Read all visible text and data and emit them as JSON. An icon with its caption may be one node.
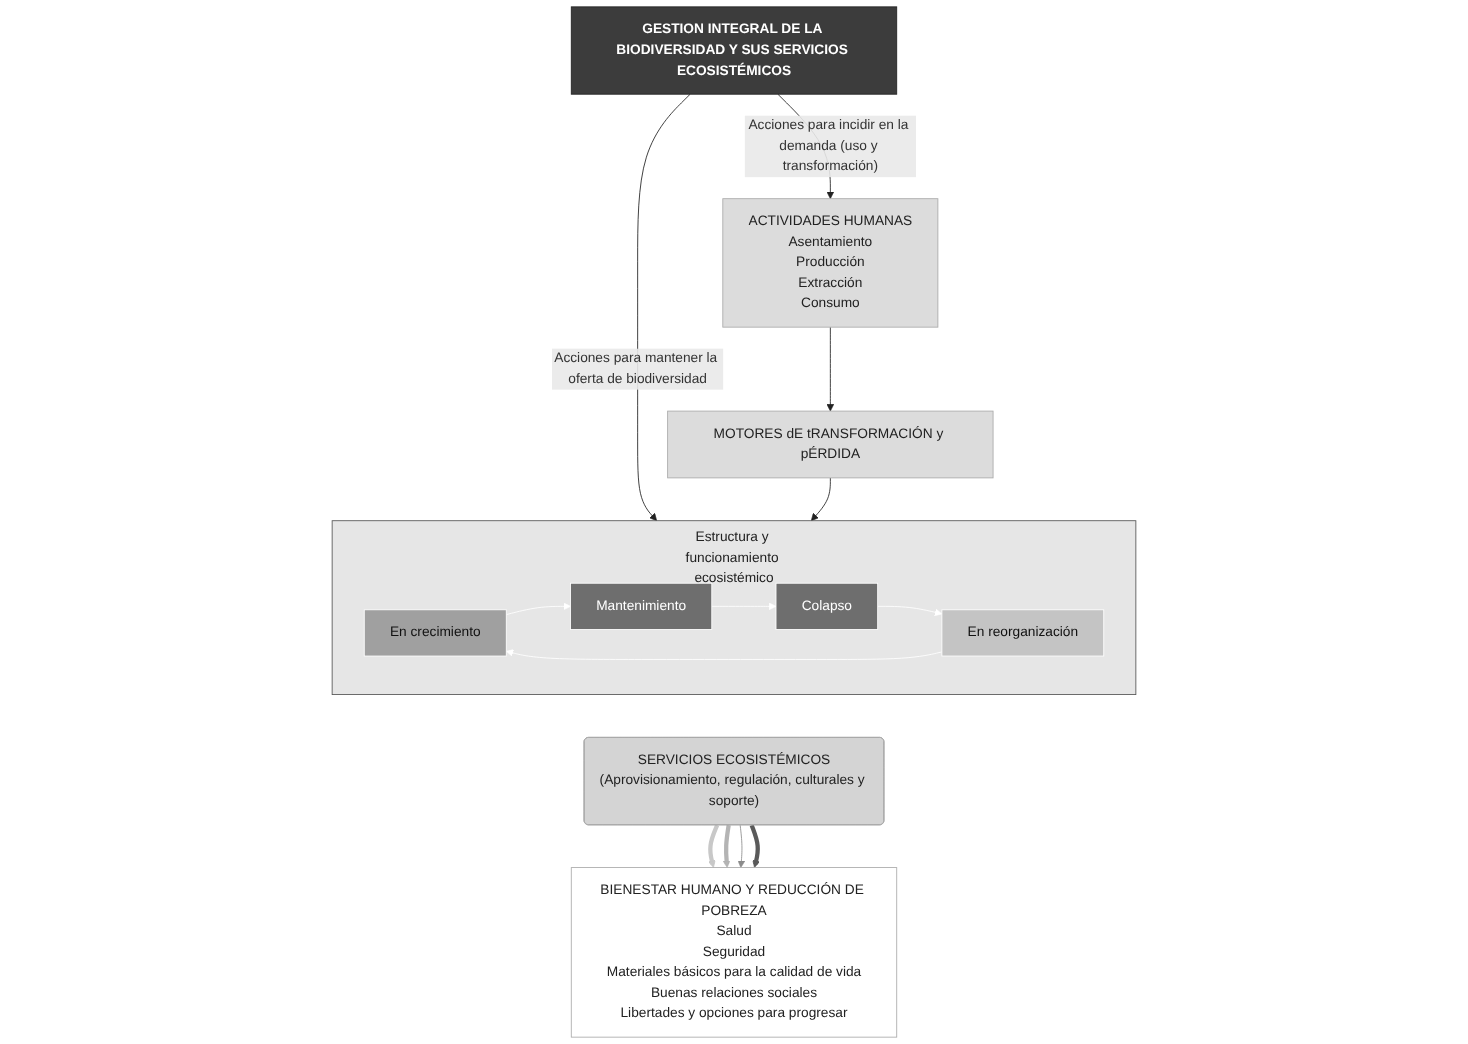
{
  "diagram": {
    "nodes": [
      {
        "text": [
          "GESTION INTEGRAL DE LA BIODIVERSIDAD Y SUS SERVICIOS ECOSISTÉMICOS"
        ]
      },
      {
        "text": [
          "ACTIVIDADES HUMANAS",
          "Asentamiento",
          "Producción",
          "Extracción",
          "Consumo"
        ]
      },
      {
        "text": [
          "MOTORES dE tRANSFORMACIÓN y pÉRDIDA"
        ]
      },
      {
        "text": [
          "Estructura y funcionamiento ecosistémico"
        ]
      },
      {
        "text": [
          "En crecimiento"
        ],
        "in": 3
      },
      {
        "text": [
          "Mantenimiento"
        ],
        "in": 3
      },
      {
        "text": [
          "En reorganización"
        ],
        "in": 3
      },
      {
        "text": [
          "Colapso"
        ],
        "in": 3
      },
      {
        "text": [
          "SERVICIOS ECOSISTÉMICOS",
          "(Aprovisionamiento, regulación, culturales y soporte)"
        ]
      },
      {
        "text": [
          "BIENESTAR HUMANO Y REDUCCIÓN DE POBREZA",
          "Salud",
          "Seguridad",
          "Materiales básicos para la calidad de vida",
          "Buenas relaciones sociales",
          "Libertades y opciones para progresar"
        ]
      }
    ],
    "edges": [
      {
        "from": 0,
        "to": 1,
        "arrow": "to",
        "label": "Acciones para incidir en la demanda (uso y transformación)"
      },
      {
        "from": 0,
        "to": 3,
        "arrow": "to",
        "label": "Acciones para mantener la oferta de biodiversidad"
      },
      {
        "from": 1,
        "to": 2,
        "arrow": "to"
      },
      {
        "from": 2,
        "to": 3,
        "arrow": "to"
      },
      {
        "from": 4,
        "to": 5,
        "arrow": "to",
        "color": "#ffffff"
      },
      {
        "from": 5,
        "to": 7,
        "arrow": "to",
        "color": "#ffffff"
      },
      {
        "from": 7,
        "to": 6,
        "arrow": "to",
        "color": "#ffffff"
      },
      {
        "from": 6,
        "to": 4,
        "arrow": "to",
        "color": "#ffffff"
      },
      {
        "from": 8,
        "to": 9,
        "arrow": "to",
        "style": "thick",
        "color": "#c8c8c8"
      },
      {
        "from": 8,
        "to": 9,
        "arrow": "to",
        "style": "thick",
        "color": "#b4b4b4"
      },
      {
        "from": 8,
        "to": 9,
        "arrow": "to",
        "color": "#8c8c8c"
      },
      {
        "from": 8,
        "to": 9,
        "arrow": "to",
        "style": "thick",
        "color": "#5a5a5a"
      }
    ]
  }
}
